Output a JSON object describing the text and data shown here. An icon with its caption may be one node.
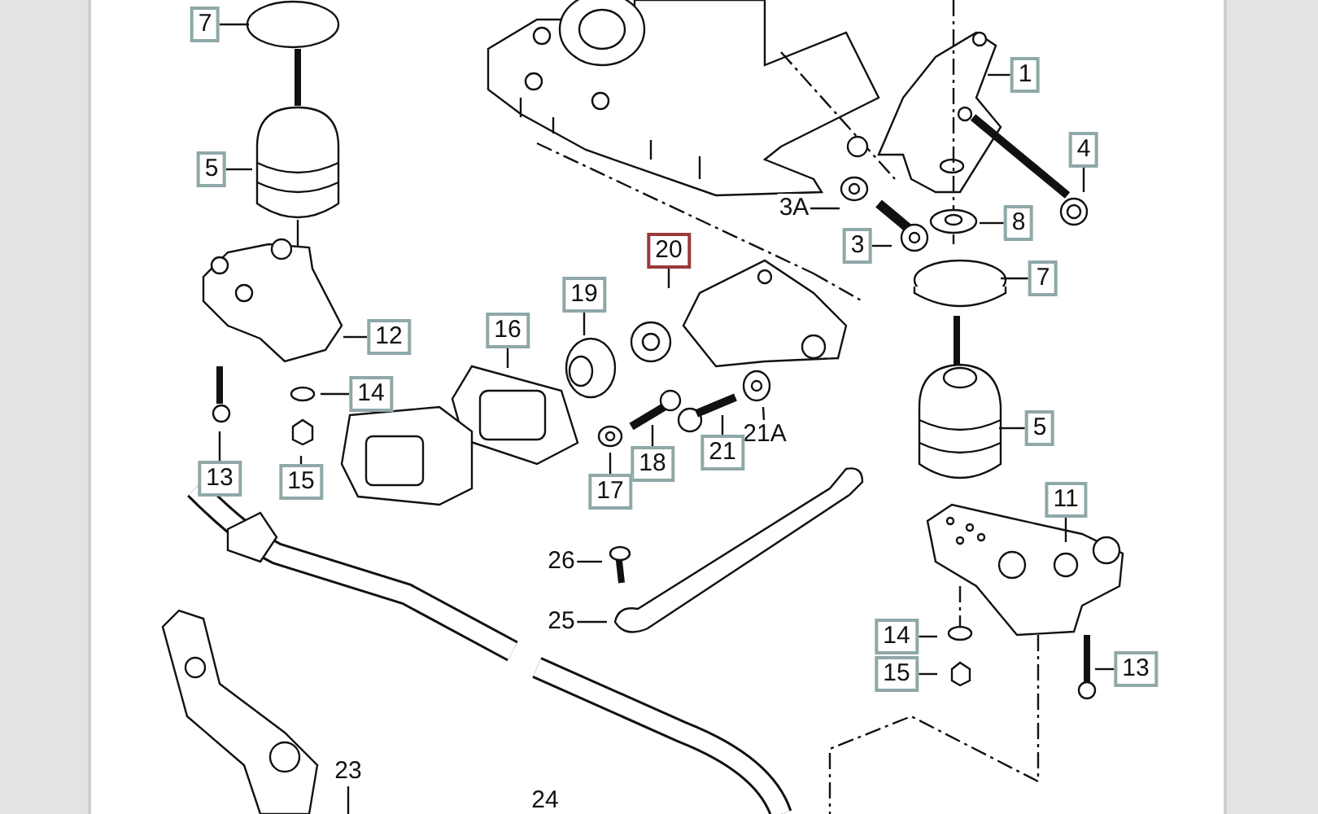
{
  "diagram": {
    "nodes": [
      {
        "text": [
          "7"
        ]
      },
      {
        "text": [
          "5"
        ]
      },
      {
        "text": [
          "1"
        ]
      },
      {
        "text": [
          "4"
        ]
      },
      {
        "text": [
          "3A"
        ]
      },
      {
        "text": [
          "8"
        ]
      },
      {
        "text": [
          "3"
        ]
      },
      {
        "text": [
          "20"
        ]
      },
      {
        "text": [
          "7"
        ]
      },
      {
        "text": [
          "19"
        ]
      },
      {
        "text": [
          "16"
        ]
      },
      {
        "text": [
          "12"
        ]
      },
      {
        "text": [
          "14"
        ]
      },
      {
        "text": [
          "5"
        ]
      },
      {
        "text": [
          "21A"
        ]
      },
      {
        "text": [
          "18"
        ]
      },
      {
        "text": [
          "21"
        ]
      },
      {
        "text": [
          "13"
        ]
      },
      {
        "text": [
          "15"
        ]
      },
      {
        "text": [
          "17"
        ]
      },
      {
        "text": [
          "11"
        ]
      },
      {
        "text": [
          "26"
        ]
      },
      {
        "text": [
          "25"
        ]
      },
      {
        "text": [
          "14"
        ]
      },
      {
        "text": [
          "15"
        ]
      },
      {
        "text": [
          "13"
        ]
      },
      {
        "text": [
          "23"
        ]
      },
      {
        "text": [
          "24"
        ]
      }
    ],
    "edges": [
      {
        "from": 0,
        "to": null,
        "arrow": "none"
      },
      {
        "from": 1,
        "to": null,
        "arrow": "none"
      },
      {
        "from": 2,
        "to": null,
        "arrow": "none"
      },
      {
        "from": 3,
        "to": null,
        "arrow": "none"
      },
      {
        "from": 4,
        "to": null,
        "arrow": "none"
      },
      {
        "from": 5,
        "to": null,
        "arrow": "none"
      },
      {
        "from": 6,
        "to": null,
        "arrow": "none"
      },
      {
        "from": 7,
        "to": null,
        "arrow": "none"
      },
      {
        "from": 8,
        "to": null,
        "arrow": "none"
      },
      {
        "from": 9,
        "to": null,
        "arrow": "none"
      },
      {
        "from": 10,
        "to": null,
        "arrow": "none"
      },
      {
        "from": 11,
        "to": null,
        "arrow": "none"
      },
      {
        "from": 12,
        "to": null,
        "arrow": "none"
      },
      {
        "from": 13,
        "to": null,
        "arrow": "none"
      },
      {
        "from": 14,
        "to": null,
        "arrow": "none"
      },
      {
        "from": 15,
        "to": null,
        "arrow": "none"
      },
      {
        "from": 16,
        "to": null,
        "arrow": "none"
      },
      {
        "from": 17,
        "to": null,
        "arrow": "none"
      },
      {
        "from": 18,
        "to": null,
        "arrow": "none"
      },
      {
        "from": 19,
        "to": null,
        "arrow": "none"
      },
      {
        "from": 20,
        "to": null,
        "arrow": "none"
      },
      {
        "from": 21,
        "to": null,
        "arrow": "none"
      },
      {
        "from": 22,
        "to": null,
        "arrow": "none"
      },
      {
        "from": 23,
        "to": null,
        "arrow": "none"
      },
      {
        "from": 24,
        "to": null,
        "arrow": "none"
      },
      {
        "from": 25,
        "to": null,
        "arrow": "none"
      },
      {
        "from": 26,
        "to": null,
        "arrow": "none"
      }
    ]
  }
}
